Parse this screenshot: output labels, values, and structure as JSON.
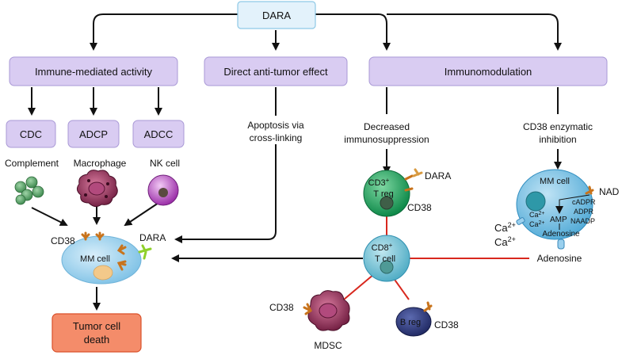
{
  "top": {
    "label": "DARA"
  },
  "categories": {
    "immune": "Immune-mediated activity",
    "direct": "Direct anti-tumor effect",
    "immunomod": "Immunomodulation"
  },
  "mechanisms": {
    "cdc": "CDC",
    "adcp": "ADCP",
    "adcc": "ADCC"
  },
  "effectors": {
    "complement": "Complement",
    "macrophage": "Macrophage",
    "nk": "NK cell"
  },
  "captions": {
    "apoptosis_1": "Apoptosis via",
    "apoptosis_2": "cross-linking",
    "decreased_1": "Decreased",
    "decreased_2": "immunosuppression",
    "enzymatic_1": "CD38 enzymatic",
    "enzymatic_2": "inhibition"
  },
  "mm_left": {
    "cd38": "CD38",
    "dara": "DARA",
    "cell": "MM cell"
  },
  "treg": {
    "line1": "CD3",
    "sup": "+",
    "line2": "T reg",
    "dara": "DARA",
    "cd38": "CD38"
  },
  "tcell": {
    "line1": "CD8",
    "sup": "+",
    "line2": "T cell"
  },
  "mdsc": {
    "cd38": "CD38",
    "label": "MDSC"
  },
  "breg": {
    "label": "B reg",
    "cd38": "CD38"
  },
  "mm_right": {
    "cell": "MM cell",
    "nad": "NAD",
    "cadpr": "cADPR",
    "adpr": "ADPR",
    "naadp": "NAADP",
    "ca_in_1": "Ca",
    "ca_in_2": "Ca",
    "amp": "AMP",
    "adenosine_in": "Adenosine",
    "ca_out_1": "Ca",
    "ca_out_2": "Ca",
    "sup": "2+",
    "adenosine_out": "Adenosine"
  },
  "outcome": {
    "line1": "Tumor cell",
    "line2": "death"
  },
  "colors": {
    "box_fill": "#d9ccf2",
    "box_stroke": "#a999d6",
    "dara_fill": "#e3f2fb",
    "dara_stroke": "#8ec9e6",
    "death_fill": "#f48c6a",
    "death_stroke": "#d9502a",
    "inhibit": "#d8281e"
  }
}
